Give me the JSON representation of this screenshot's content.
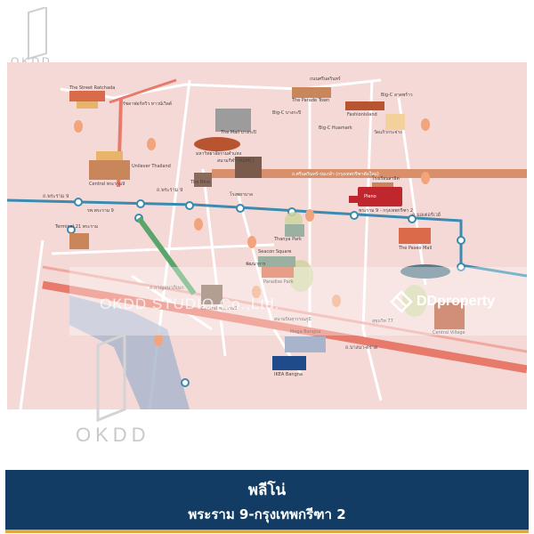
{
  "watermark": {
    "brand": "OKDD",
    "studio": "OKDD STUDIO Co.,Ltd."
  },
  "portal": {
    "name": "DDproperty"
  },
  "map": {
    "project_logo": "Pleno",
    "project_tagline": "พระราม 9 - กรุงเทพกรีฑา 2",
    "places": {
      "street_bar": "The Street Ratchada",
      "ratchada": "รัชดาฟอร์ทวิว ทาวน์เวิลด์",
      "unilever": "Unilever Thailand",
      "central": "Central พระราม9",
      "mall": "The Mall บางกะปิ",
      "fortune": "มหาวิทยาลัยรามคำแหง",
      "parade": "The Parade Town",
      "fashion": "Fashionisland",
      "bigc_1": "Big-C ลาดพร้าว",
      "bigc_2": "Big-C บางกะปิ",
      "wat_1": "วัดแก้วกระจ่าง",
      "bigc_huamark": "Big-C Huamark",
      "nine": "The Nine",
      "asmc": "สนามกีฬา (ASMC)",
      "thanya": "Thanya Park",
      "seacon": "Seacon Square",
      "paradise": "Paradise Park",
      "paseo": "The Paseo Mall",
      "central_village": "Central Village",
      "mega": "Mega Bangna",
      "ikea": "IKEA Bangna",
      "terminal21": "Terminal 21 พระราม",
      "central_rama": "Central พระราม9",
      "school": "โรงเรียนสาธิต",
      "hospital": "โรงพยาบาล",
      "airport": "สนามบินสุวรรณภูมิ",
      "hosp2": "รพ.พระราม 9",
      "muang": "ถนนศรีนครินทร์",
      "pattanakarn": "พัฒนาการ",
      "sukhumvit": "สุขุมวิท 77",
      "rama9_road": "ถ.พระราม 9",
      "motorway": "ถ.มอเตอร์เวย์",
      "orange_road": "ถ.ศรีนครินทร์-ร่มเกล้า (กรุงเทพกรีฑาตัดใหม่)",
      "kanchana": "ถ.กาญจนาภิเษก",
      "bangna": "ถ.บางนา-ตราด",
      "rama9_b": "ถ.พระราม 9"
    }
  },
  "footer": {
    "title": "พลีโน่",
    "subtitle": "พระราม 9-กรุงเทพกรีฑา 2"
  },
  "colors": {
    "map_bg": "#f4d9d7",
    "road_red": "#e87a6c",
    "road_orange": "#e08a3c",
    "rail_blue": "#3b8ab0",
    "footer_bg": "#123c63",
    "footer_border": "#e0a93a",
    "accent_red": "#c0262d"
  }
}
